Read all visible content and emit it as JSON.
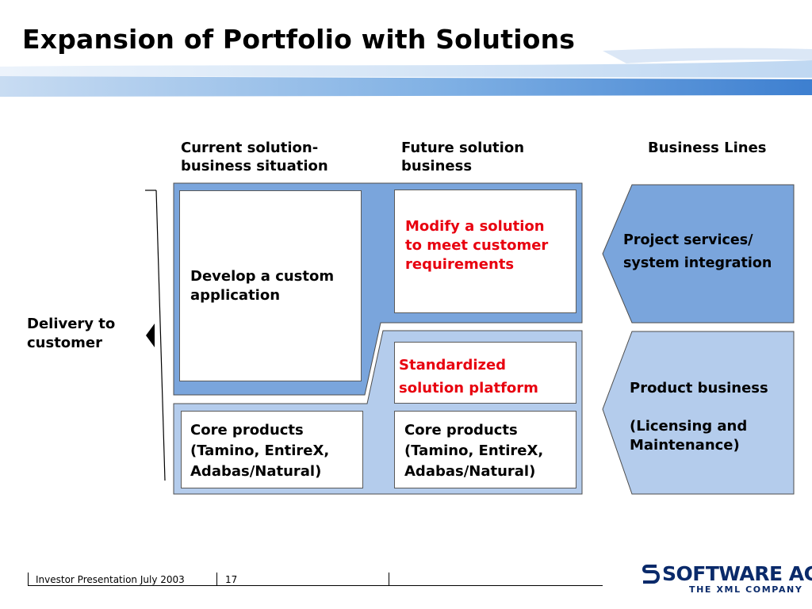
{
  "slide": {
    "title": "Expansion of Portfolio with Solutions"
  },
  "columns": {
    "current_line1": "Current solution-",
    "current_line2": "business situation",
    "future_line1": "Future solution",
    "future_line2": "business",
    "business_lines": "Business Lines"
  },
  "left_label": {
    "line1": "Delivery to",
    "line2": "customer"
  },
  "boxes": {
    "custom_app_line1": "Develop a custom",
    "custom_app_line2": "application",
    "modify_line1": "Modify a solution",
    "modify_line2": "to meet customer",
    "modify_line3": "requirements",
    "platform_line1": "Standardized",
    "platform_line2": "solution platform",
    "core_left_line1": "Core products",
    "core_left_line2": "(Tamino, EntireX,",
    "core_left_line3": "Adabas/Natural)",
    "core_right_line1": "Core products",
    "core_right_line2": "(Tamino, EntireX,",
    "core_right_line3": "Adabas/Natural)"
  },
  "business_lines": {
    "project_line1": "Project services/",
    "project_line2": "system integration",
    "product_line1": "Product business",
    "product_line2": "(Licensing and",
    "product_line3": "Maintenance)"
  },
  "footer": {
    "presentation": "Investor Presentation July 2003",
    "page_number": "17"
  },
  "logo": {
    "name": "SOFTWARE AG",
    "tagline": "THE XML COMPANY"
  },
  "colors": {
    "dark_blue_fill": "#7aa5dc",
    "light_blue_fill": "#b4ccec",
    "border": "#4d4d4d",
    "highlight_red": "#e8000f",
    "logo_blue": "#0a2a6a"
  }
}
